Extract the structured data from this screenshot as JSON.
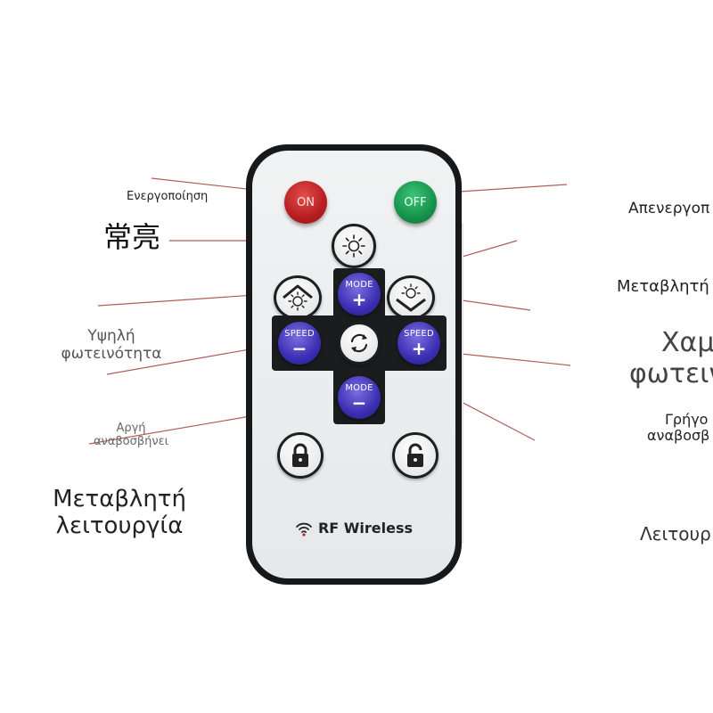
{
  "remote": {
    "on_label": "ON",
    "off_label": "OFF",
    "mode_top": "MODE",
    "mode_top_sign": "+",
    "speed_left": "SPEED",
    "speed_left_sign": "−",
    "speed_right": "SPEED",
    "speed_right_sign": "+",
    "mode_bottom": "MODE",
    "mode_bottom_sign": "−",
    "brand_text": "RF Wireless"
  },
  "labels": {
    "on": "Ενεργοποίηση",
    "steady": "常亮",
    "high_brightness": [
      "Υψηλή",
      "φωτεινότητα"
    ],
    "slow_flash": [
      "Αργή",
      "αναβοσβήνει"
    ],
    "variable_mode_left": [
      "Μεταβλητή",
      "λειτουργία"
    ],
    "off": "Απενεργοπ",
    "variable_right": "Μεταβλητή",
    "low_brightness": [
      "Χαμ",
      "φωτειν"
    ],
    "fast_flash": [
      "Γρήγο",
      "αναβοσβ"
    ],
    "mode_right": "Λειτουρ"
  },
  "colors": {
    "on_button": "#b81d21",
    "off_button": "#17924b",
    "mode_buttons": "#3a2fb2",
    "remote_body": "#16181a",
    "leader_lines": "#a0413d"
  }
}
